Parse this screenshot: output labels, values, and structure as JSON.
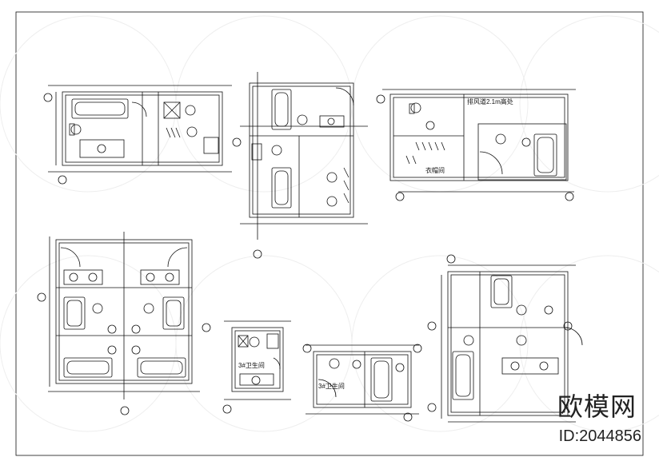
{
  "sheet_labels": {
    "closet": "衣帽间",
    "exhaust": "排风道2.1m高处",
    "bath3": "3#卫生间",
    "bath3b": "3#卫生间"
  },
  "brand": {
    "logo_text": "欧模网",
    "image_id": "ID:2044856"
  },
  "colors": {
    "line": "#111111",
    "watermark": "#d9d9d9"
  }
}
